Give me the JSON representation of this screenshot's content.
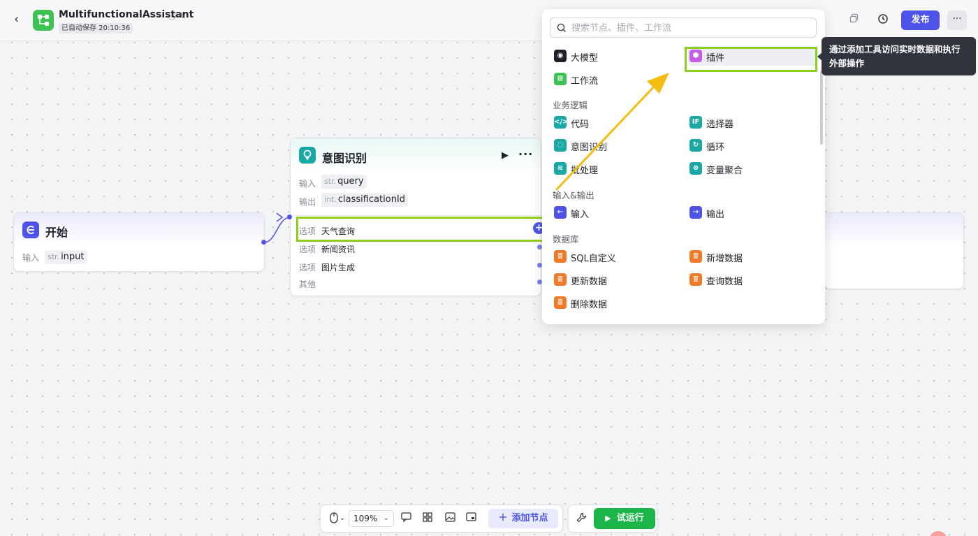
{
  "header": {
    "app_name": "MultifunctionalAssistant",
    "autosave": "已自动保存 20:10:36",
    "publish_label": "发布",
    "more_label": "···"
  },
  "canvas": {
    "start_node": {
      "title": "开始",
      "input_label": "输入",
      "input_type": "str.",
      "input_name": "input"
    },
    "intent_node": {
      "title": "意图识别",
      "input_label": "输入",
      "input_type": "str.",
      "input_name": "query",
      "output_label": "输出",
      "output_type": "int.",
      "output_name": "classificationId",
      "options": [
        {
          "label": "选项",
          "value": "天气查询"
        },
        {
          "label": "选项",
          "value": "新闻资讯"
        },
        {
          "label": "选项",
          "value": "图片生成"
        },
        {
          "label": "其他",
          "value": ""
        }
      ]
    }
  },
  "node_panel": {
    "search_placeholder": "搜索节点、插件、工作流",
    "top_items": [
      {
        "label": "大模型",
        "icon": "llm-icon",
        "color": "#1f2329"
      },
      {
        "label": "插件",
        "icon": "plugin-icon",
        "color": "#c55ee6"
      },
      {
        "label": "工作流",
        "icon": "workflow-icon",
        "color": "#3ec254"
      }
    ],
    "sections": [
      {
        "title": "业务逻辑",
        "items": [
          {
            "label": "代码",
            "icon": "code-icon",
            "color": "#1aa8a4"
          },
          {
            "label": "选择器",
            "icon": "if-icon",
            "color": "#1aa8a4"
          },
          {
            "label": "意图识别",
            "icon": "intent-icon",
            "color": "#1aa8a4"
          },
          {
            "label": "循环",
            "icon": "loop-icon",
            "color": "#1aa8a4"
          },
          {
            "label": "批处理",
            "icon": "batch-icon",
            "color": "#1aa8a4"
          },
          {
            "label": "变量聚合",
            "icon": "aggregate-icon",
            "color": "#1aa8a4"
          }
        ]
      },
      {
        "title": "输入&输出",
        "items": [
          {
            "label": "输入",
            "icon": "input-icon",
            "color": "#4d53e8"
          },
          {
            "label": "输出",
            "icon": "output-icon",
            "color": "#4d53e8"
          }
        ]
      },
      {
        "title": "数据库",
        "items": [
          {
            "label": "SQL自定义",
            "icon": "sql-icon",
            "color": "#f07a28"
          },
          {
            "label": "新增数据",
            "icon": "db-add-icon",
            "color": "#f07a28"
          },
          {
            "label": "更新数据",
            "icon": "db-update-icon",
            "color": "#f07a28"
          },
          {
            "label": "查询数据",
            "icon": "db-query-icon",
            "color": "#f07a28"
          },
          {
            "label": "删除数据",
            "icon": "db-delete-icon",
            "color": "#f07a28"
          }
        ]
      }
    ]
  },
  "tooltip": {
    "text": "通过添加工具访问实时数据和执行外部操作"
  },
  "toolbar": {
    "zoom": "109%",
    "add_node_label": "添加节点",
    "run_label": "试运行"
  },
  "colors": {
    "accent": "#4d53e8",
    "run_green": "#1bb649",
    "highlight": "#8ccf1f",
    "arrow": "#f5bc11"
  }
}
